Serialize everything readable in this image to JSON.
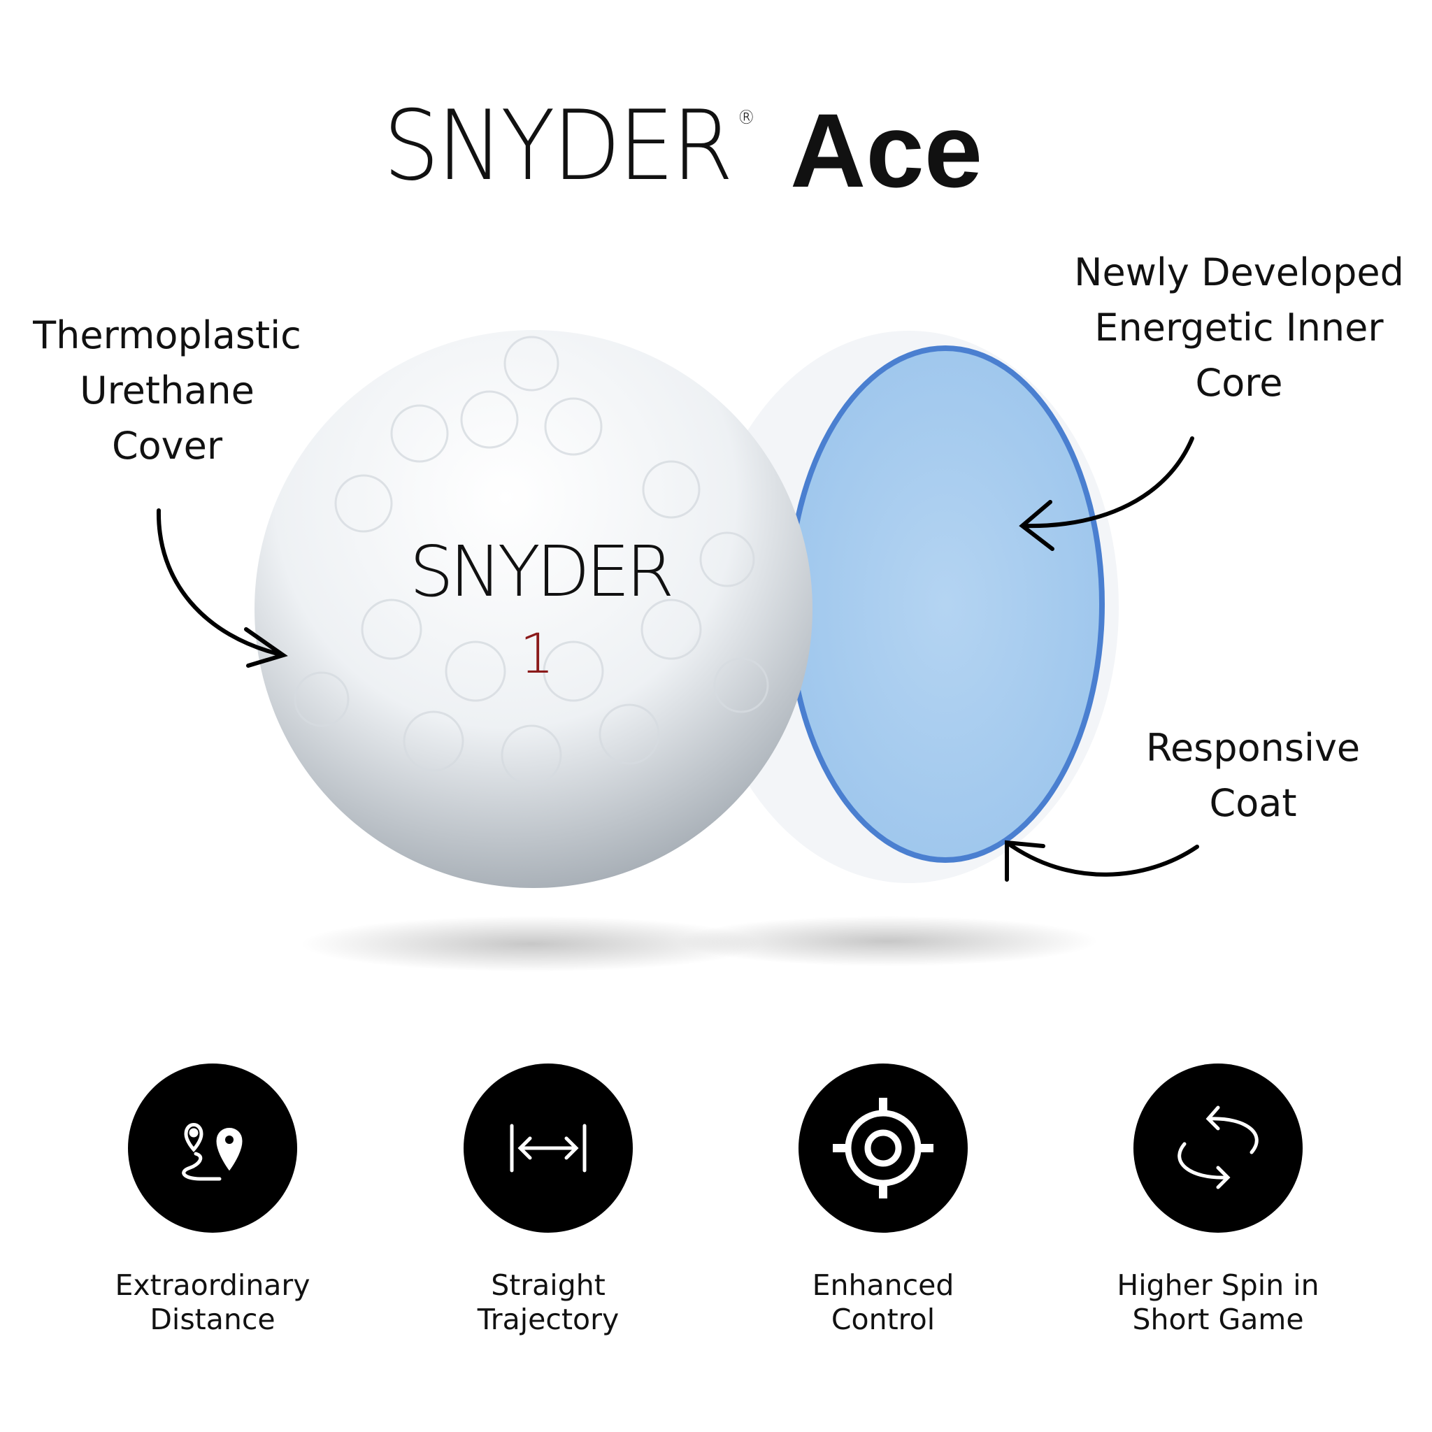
{
  "header": {
    "brand": "SNYDER",
    "registered": "®",
    "model": "Ace"
  },
  "ball": {
    "logo": "SNYDER",
    "number": "1",
    "number_color": "#8b1a1a",
    "core_color": "#a9cdef",
    "core_ring_color": "#4a7fd0"
  },
  "callouts": {
    "cover": "Thermoplastic\nUrethane\nCover",
    "core": "Newly Developed\nEnergetic Inner\nCore",
    "coat": "Responsive\nCoat"
  },
  "features": [
    {
      "icon": "map-route-icon",
      "label": "Extraordinary\nDistance"
    },
    {
      "icon": "horizontal-distance-icon",
      "label": "Straight\nTrajectory"
    },
    {
      "icon": "target-crosshair-icon",
      "label": "Enhanced\nControl"
    },
    {
      "icon": "rotate-spin-icon",
      "label": "Higher Spin in\nShort Game"
    }
  ]
}
